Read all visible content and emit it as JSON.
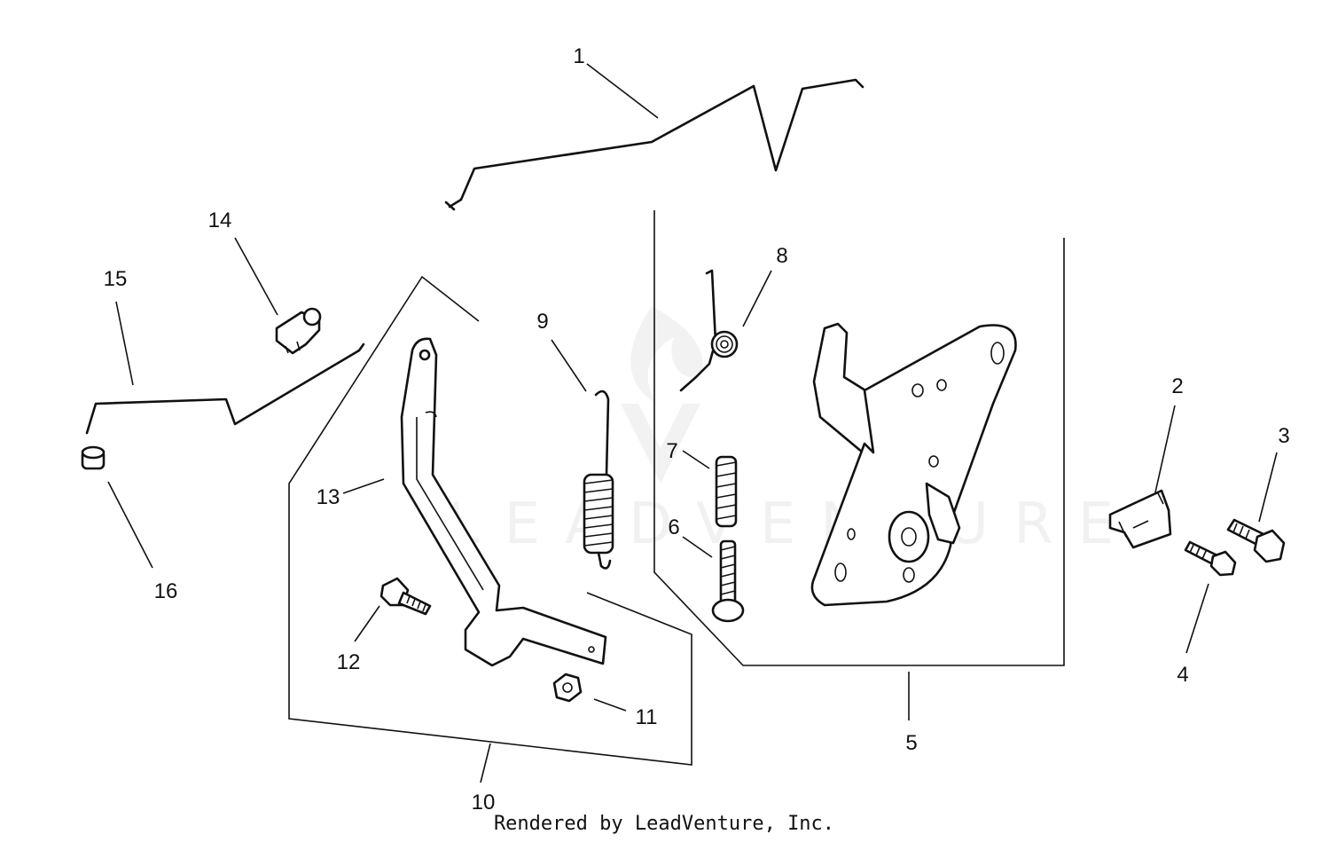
{
  "diagram": {
    "callouts": [
      "1",
      "2",
      "3",
      "4",
      "5",
      "6",
      "7",
      "8",
      "9",
      "10",
      "11",
      "12",
      "13",
      "14",
      "15",
      "16"
    ],
    "watermark": "LEADVENTURE",
    "credit": "Rendered by LeadVenture, Inc."
  }
}
